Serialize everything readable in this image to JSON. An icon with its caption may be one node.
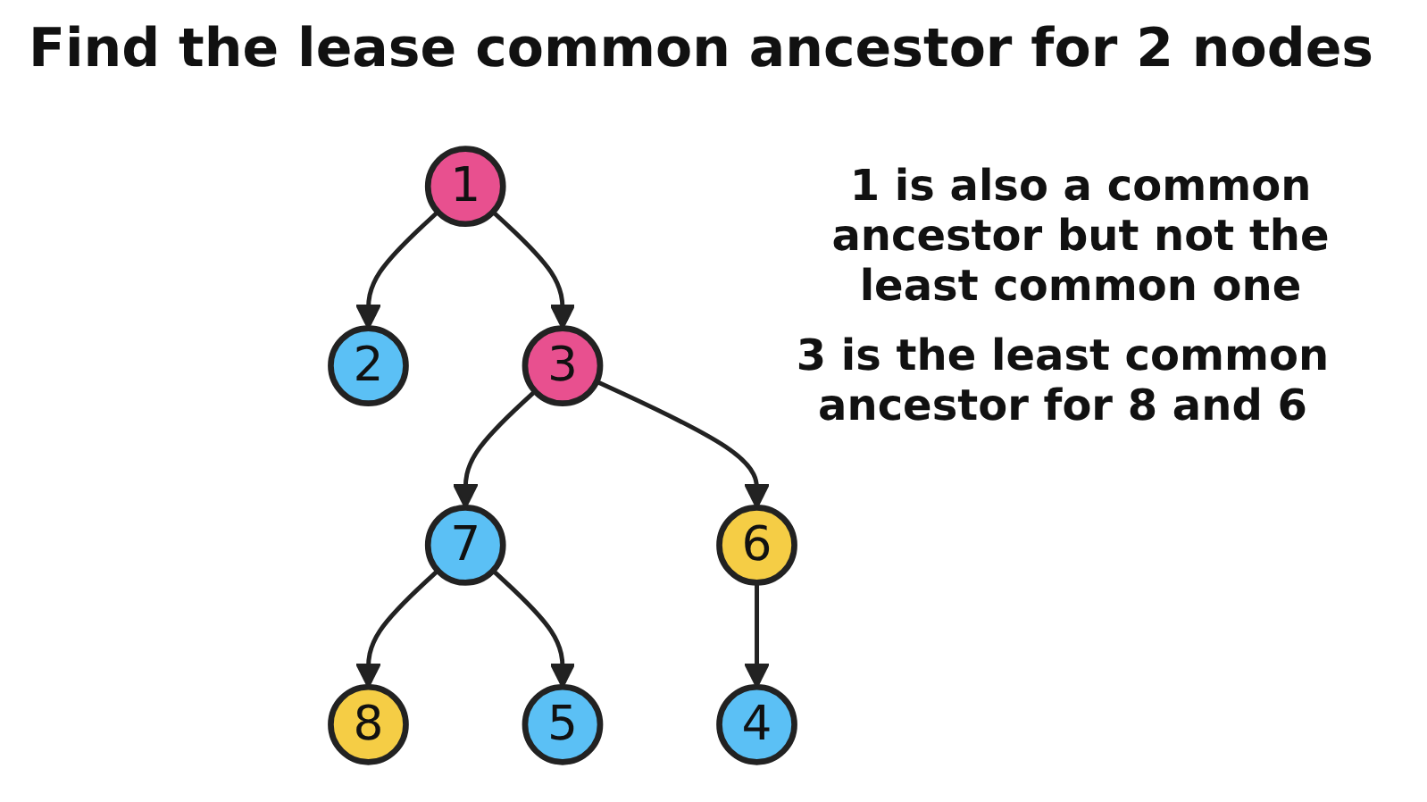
{
  "diagram": {
    "title": "Find the lease common ancestor for 2 nodes",
    "nodes": [
      {
        "text": [
          "1"
        ]
      },
      {
        "text": [
          "2"
        ]
      },
      {
        "text": [
          "3"
        ]
      },
      {
        "text": [
          "7"
        ]
      },
      {
        "text": [
          "6"
        ]
      },
      {
        "text": [
          "8"
        ]
      },
      {
        "text": [
          "5"
        ]
      },
      {
        "text": [
          "4"
        ]
      }
    ],
    "edges": [
      {
        "from": 0,
        "to": 1,
        "arrow": "to"
      },
      {
        "from": 0,
        "to": 2,
        "arrow": "to"
      },
      {
        "from": 2,
        "to": 3,
        "arrow": "to"
      },
      {
        "from": 2,
        "to": 4,
        "arrow": "to"
      },
      {
        "from": 3,
        "to": 5,
        "arrow": "to"
      },
      {
        "from": 3,
        "to": 6,
        "arrow": "to"
      },
      {
        "from": 4,
        "to": 7,
        "arrow": "to"
      }
    ],
    "labels": [
      "1 is also a common ancestor but not the least common one",
      "3 is the least common ancestor for 8 and 6"
    ]
  }
}
